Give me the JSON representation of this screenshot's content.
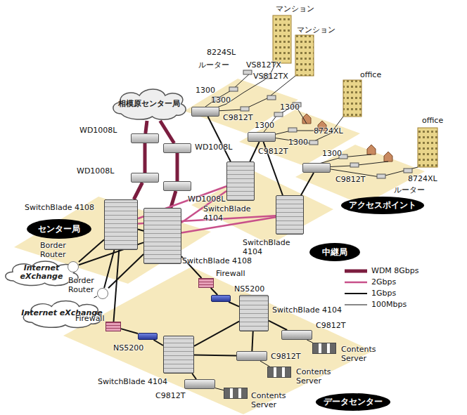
{
  "diagram": {
    "nodes": [
      {
        "text": [
          "相模原センター局"
        ]
      },
      {
        "text": [
          "WD1008L"
        ]
      },
      {
        "text": [
          "WD1008L"
        ]
      },
      {
        "text": [
          "WD1008L"
        ]
      },
      {
        "text": [
          "WD1008L"
        ]
      },
      {
        "text": [
          "SwitchBlade 4108"
        ]
      },
      {
        "text": [
          "SwitchBlade 4108"
        ]
      },
      {
        "text": [
          "センター局"
        ]
      },
      {
        "text": [
          "Internet eXchange"
        ]
      },
      {
        "text": [
          "Internet eXchange"
        ]
      },
      {
        "text": [
          "Border Router"
        ]
      },
      {
        "text": [
          "Border Router"
        ]
      },
      {
        "text": [
          "SwitchBlade 4104"
        ]
      },
      {
        "text": [
          "SwitchBlade 4104"
        ]
      },
      {
        "text": [
          "中継局"
        ]
      },
      {
        "text": [
          "C9812T"
        ]
      },
      {
        "text": [
          "C9812T"
        ]
      },
      {
        "text": [
          "C9812T"
        ]
      },
      {
        "text": [
          "アクセスポイント"
        ]
      },
      {
        "text": [
          "Firewall"
        ]
      },
      {
        "text": [
          "NS5200"
        ]
      },
      {
        "text": [
          "SwitchBlade 4104"
        ]
      },
      {
        "text": [
          "Firewall"
        ]
      },
      {
        "text": [
          "NS5200"
        ]
      },
      {
        "text": [
          "SwitchBlade 4104"
        ]
      },
      {
        "text": [
          "C9812T"
        ]
      },
      {
        "text": [
          "C9812T"
        ]
      },
      {
        "text": [
          "C9812T"
        ]
      },
      {
        "text": [
          "データセンター"
        ]
      },
      {
        "text": [
          "Contents Server"
        ]
      },
      {
        "text": [
          "Contents Server"
        ]
      },
      {
        "text": [
          "Contents Server"
        ]
      }
    ],
    "edges": [
      {
        "from": 0,
        "to": 1,
        "arrow": "none"
      },
      {
        "from": 0,
        "to": 2,
        "arrow": "none"
      },
      {
        "from": 1,
        "to": 3,
        "arrow": "none"
      },
      {
        "from": 2,
        "to": 4,
        "arrow": "none"
      },
      {
        "from": 3,
        "to": 5,
        "arrow": "none"
      },
      {
        "from": 4,
        "to": 6,
        "arrow": "none"
      },
      {
        "from": 5,
        "to": 6,
        "arrow": "none"
      },
      {
        "from": 5,
        "to": 12,
        "arrow": "none"
      },
      {
        "from": 5,
        "to": 13,
        "arrow": "none"
      },
      {
        "from": 6,
        "to": 12,
        "arrow": "none"
      },
      {
        "from": 6,
        "to": 13,
        "arrow": "none"
      },
      {
        "from": 10,
        "to": 5,
        "arrow": "none"
      },
      {
        "from": 10,
        "to": 6,
        "arrow": "none"
      },
      {
        "from": 11,
        "to": 5,
        "arrow": "none"
      },
      {
        "from": 11,
        "to": 6,
        "arrow": "none"
      },
      {
        "from": 8,
        "to": 10,
        "arrow": "none"
      },
      {
        "from": 9,
        "to": 11,
        "arrow": "none"
      },
      {
        "from": 12,
        "to": 15,
        "arrow": "none"
      },
      {
        "from": 12,
        "to": 16,
        "arrow": "none"
      },
      {
        "from": 13,
        "to": 16,
        "arrow": "none"
      },
      {
        "from": 13,
        "to": 17,
        "arrow": "none"
      },
      {
        "from": 6,
        "to": 19,
        "arrow": "none"
      },
      {
        "from": 19,
        "to": 20,
        "arrow": "none"
      },
      {
        "from": 20,
        "to": 21,
        "arrow": "none"
      },
      {
        "from": 5,
        "to": 22,
        "arrow": "none"
      },
      {
        "from": 22,
        "to": 23,
        "arrow": "none"
      },
      {
        "from": 23,
        "to": 24,
        "arrow": "none"
      },
      {
        "from": 21,
        "to": 24,
        "arrow": "none"
      },
      {
        "from": 21,
        "to": 25,
        "arrow": "none"
      },
      {
        "from": 21,
        "to": 26,
        "arrow": "none"
      },
      {
        "from": 24,
        "to": 26,
        "arrow": "none"
      },
      {
        "from": 24,
        "to": 27,
        "arrow": "none"
      },
      {
        "from": 25,
        "to": 29,
        "arrow": "none"
      },
      {
        "from": 26,
        "to": 30,
        "arrow": "none"
      },
      {
        "from": 27,
        "to": 31,
        "arrow": "none"
      }
    ],
    "labels": [
      "マンション",
      "マンション",
      "8224SL",
      "ルーター",
      "VS812TX",
      "VS812TX",
      "1300",
      "1300",
      "1300",
      "1300",
      "1300",
      "1300",
      "office",
      "8724XL",
      "office",
      "8724XL",
      "ルーター"
    ],
    "legend": [
      {
        "text": "WDM 8Gbps"
      },
      {
        "text": "2Gbps"
      },
      {
        "text": "1Gbps"
      },
      {
        "text": "100Mbps"
      }
    ]
  }
}
